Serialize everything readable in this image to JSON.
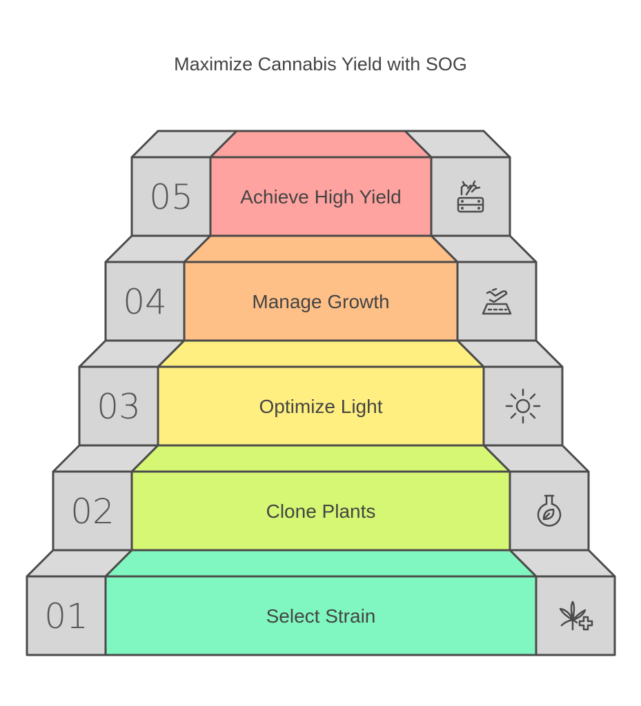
{
  "title": "Maximize Cannabis Yield with SOG",
  "steps": [
    {
      "number": "05",
      "label": "Achieve High Yield",
      "icon": "harvest-crate-icon",
      "color": "#FFA3A0"
    },
    {
      "number": "04",
      "label": "Manage Growth",
      "icon": "plane-landing-icon",
      "color": "#FFC088"
    },
    {
      "number": "03",
      "label": "Optimize Light",
      "icon": "sun-icon",
      "color": "#FFEF80"
    },
    {
      "number": "02",
      "label": "Clone Plants",
      "icon": "flask-leaf-icon",
      "color": "#D5F773"
    },
    {
      "number": "01",
      "label": "Select Strain",
      "icon": "cannabis-plus-icon",
      "color": "#80F7C0"
    }
  ],
  "colors": {
    "block": "#D6D6D6",
    "stroke": "#4A4A4A"
  }
}
